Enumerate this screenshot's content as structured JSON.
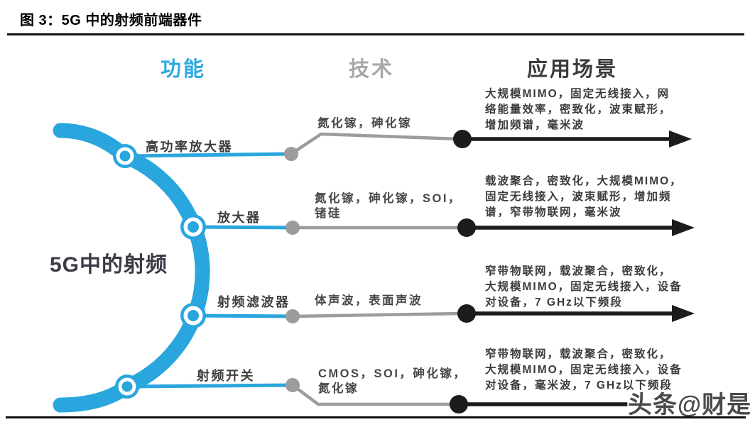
{
  "title": "图 3：5G 中的射频前端器件",
  "watermark": "头条@财是",
  "center_label": "5G中的射频",
  "headers": [
    {
      "label": "功能",
      "color": "#2FA9E1"
    },
    {
      "label": "技术",
      "color": "#A8A8A8"
    },
    {
      "label": "应用场景",
      "color": "#3C3C3C"
    }
  ],
  "colors": {
    "blue": "#29A6DD",
    "gray": "#9C9C9C",
    "black": "#1C1C1C",
    "text_dark": "#3B3B3B"
  },
  "rows": [
    {
      "function": "高功率放大器",
      "technology": "氮化镓，砷化镓",
      "tech_lines": [
        "氮化镓，砷化镓"
      ],
      "application": "大规模MIMO，固定无线接入，网络能量效率，密致化，波束赋形，增加频谱，毫米波",
      "app_lines": [
        "大规模MIMO，固定无线接入，网",
        "络能量效率，密致化，波束赋形，",
        "增加频谱，毫米波"
      ]
    },
    {
      "function": "放大器",
      "technology": "氮化镓，砷化镓，SOI，锗硅",
      "tech_lines": [
        "氮化镓，砷化镓，SOI，",
        "锗硅"
      ],
      "application": "载波聚合，密致化，大规模MIMO，固定无线接入，波束赋形，增加频谱，窄带物联网，毫米波",
      "app_lines": [
        "载波聚合，密致化，大规模MIMO，",
        "固定无线接入，波束赋形，增加频",
        "谱，窄带物联网，毫米波"
      ]
    },
    {
      "function": "射频滤波器",
      "technology": "体声波，表面声波",
      "tech_lines": [
        "体声波，表面声波"
      ],
      "application": "窄带物联网，载波聚合，密致化，大规模MIMO，固定无线接入，设备对设备，7 GHz以下频段",
      "app_lines": [
        "窄带物联网，载波聚合，密致化，",
        "大规模MIMO，固定无线接入，设备",
        "对设备，7 GHz以下频段"
      ]
    },
    {
      "function": "射频开关",
      "technology": "CMOS，SOI，砷化镓，氮化镓",
      "tech_lines": [
        "CMOS，SOI，砷化镓，",
        "氮化镓"
      ],
      "application": "窄带物联网，载波聚合，密致化，大规模MIMO，固定无线接入，设备对设备，毫米波，7 GHz以下频段",
      "app_lines": [
        "窄带物联网，载波聚合，密致化，",
        "大规模MIMO，固定无线接入，设备",
        "对设备，毫米波，7 GHz以下频段"
      ]
    }
  ]
}
